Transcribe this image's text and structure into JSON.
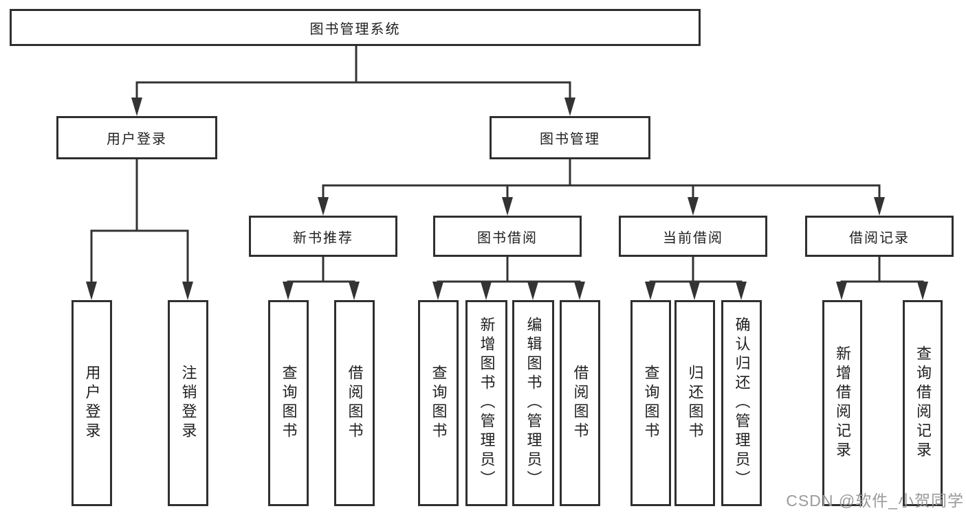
{
  "diagram": {
    "root": {
      "label": "图书管理系统"
    },
    "level2": [
      {
        "label": "用户登录"
      },
      {
        "label": "图书管理"
      }
    ],
    "level3": [
      {
        "label": "新书推荐"
      },
      {
        "label": "图书借阅"
      },
      {
        "label": "当前借阅"
      },
      {
        "label": "借阅记录"
      }
    ],
    "leaves": [
      {
        "label": "用户登录"
      },
      {
        "label": "注销登录"
      },
      {
        "label": "查询图书"
      },
      {
        "label": "借阅图书"
      },
      {
        "label": "查询图书"
      },
      {
        "label": "新增图书（管理员）"
      },
      {
        "label": "编辑图书（管理员）"
      },
      {
        "label": "借阅图书"
      },
      {
        "label": "查询图书"
      },
      {
        "label": "归还图书"
      },
      {
        "label": "确认归还（管理员）"
      },
      {
        "label": "新增借阅记录"
      },
      {
        "label": "查询借阅记录"
      }
    ]
  },
  "watermark": {
    "text": "CSDN @软件_小贺同学"
  },
  "colors": {
    "line": "#333333",
    "box_border": "#2f2f2f",
    "box_fill": "#ffffff",
    "text": "#1f1f1f",
    "watermark": "#9a9a9a"
  }
}
